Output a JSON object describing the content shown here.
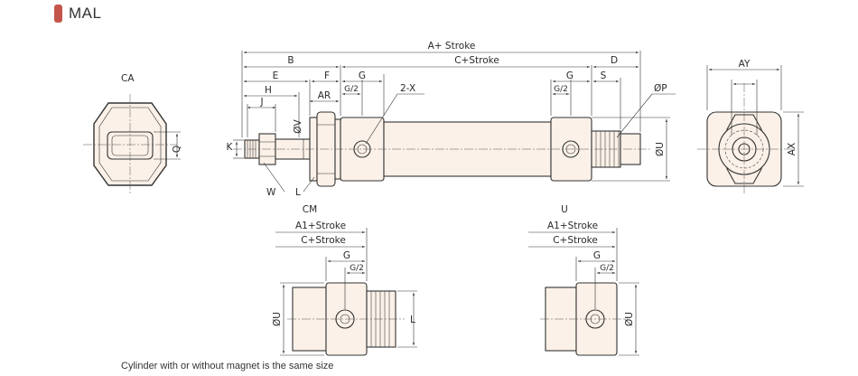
{
  "header": {
    "title": "MAL",
    "badge_color": "#c4554d"
  },
  "views": {
    "end_left": "CA",
    "cm": "CM",
    "u": "U"
  },
  "main": {
    "a_stroke": "A+ Stroke",
    "b": "B",
    "c_stroke": "C+Stroke",
    "d": "D",
    "e": "E",
    "f": "F",
    "g_left": "G",
    "g_right": "G",
    "g2_left": "G/2",
    "g2_right": "G/2",
    "h": "H",
    "ar": "AR",
    "two_x": "2-X",
    "s": "S",
    "p": "ØP",
    "j": "J",
    "v": "ØV",
    "k": "K",
    "w": "W",
    "l": "L",
    "u": "ØU"
  },
  "end_left": {
    "q": "Q"
  },
  "end_right": {
    "ay": "AY",
    "ax": "AX"
  },
  "cm_view": {
    "a1": "A1+Stroke",
    "c": "C+Stroke",
    "g": "G",
    "g2": "G/2",
    "u": "ØU",
    "l": "L"
  },
  "u_view": {
    "a1": "A1+Stroke",
    "c": "C+Stroke",
    "g": "G",
    "g2": "G/2",
    "u": "ØU"
  },
  "footnote": "Cylinder with or without magnet is the same size"
}
